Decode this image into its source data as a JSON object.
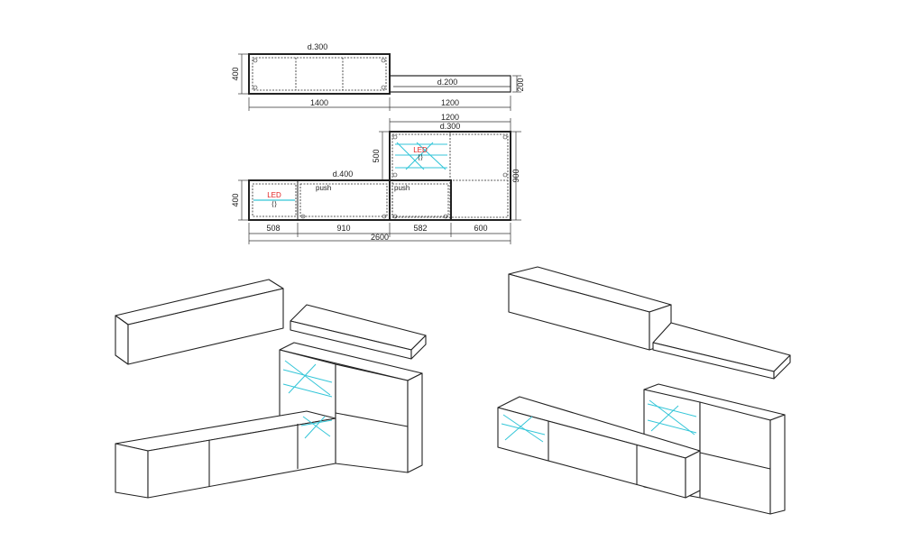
{
  "plan": {
    "top_cabinet": {
      "depth": "d.300",
      "width": "1400",
      "height": "400"
    },
    "shelf": {
      "depth": "d.200",
      "width": "1200",
      "height": "200"
    },
    "display_cabinet": {
      "overall_width": "1200",
      "depth": "d.300",
      "upper_height": "500",
      "total_height": "900"
    },
    "base_unit": {
      "depth": "d.400",
      "height": "400",
      "widths": [
        "508",
        "910",
        "582",
        "600"
      ],
      "total_width": "2600"
    },
    "labels": {
      "led": "LED",
      "push": "push"
    }
  },
  "colors": {
    "outline": "#222222",
    "led_glass": "#34c6d8",
    "led_text": "#e11d1d",
    "dimension": "#333333"
  }
}
